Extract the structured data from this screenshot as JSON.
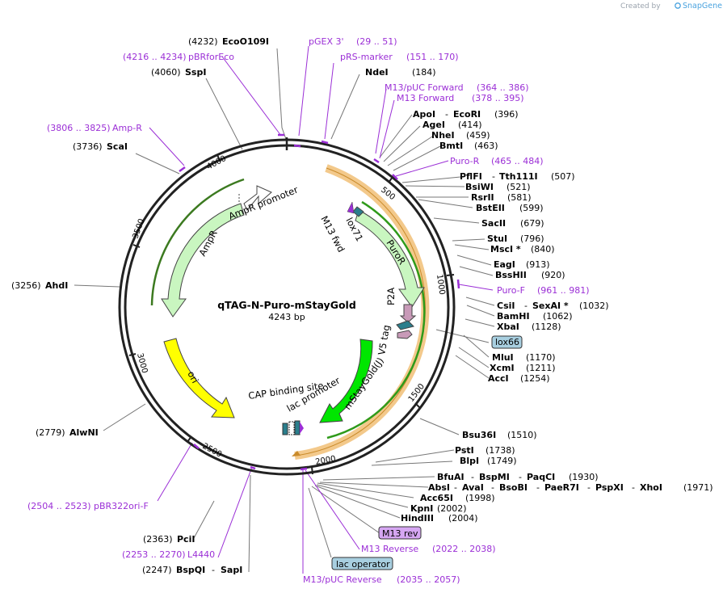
{
  "header": {
    "created_by": "Created by",
    "brand": "SnapGene"
  },
  "plasmid": {
    "name": "qTAG-N-Puro-mStayGold",
    "size_label": "4243 bp",
    "length": 4243
  },
  "ruler_ticks": [
    "500",
    "1000",
    "1500",
    "2000",
    "2500",
    "3000",
    "3500",
    "4000"
  ],
  "features": [
    {
      "id": "puror",
      "label": "PuroR",
      "color": "#c9f6c0"
    },
    {
      "id": "ampr",
      "label": "AmpR",
      "color": "#c9f6c0"
    },
    {
      "id": "ampr-promoter",
      "label": "AmpR promoter",
      "color": "#ffffff"
    },
    {
      "id": "ori",
      "label": "ori",
      "color": "#ffff00"
    },
    {
      "id": "mstaygold",
      "label": "mStayGold(J)",
      "color": "#00e600"
    },
    {
      "id": "p2a",
      "label": "P2A",
      "color": "#c89ab8"
    },
    {
      "id": "v5",
      "label": "V5 tag",
      "color": "#2a7e8c"
    },
    {
      "id": "lox71",
      "label": "lox71",
      "color": "#2a7e8c"
    },
    {
      "id": "m13fwd",
      "label": "M13 fwd",
      "color": "#9b2fd6"
    },
    {
      "id": "cap",
      "label": "CAP binding site",
      "color": "#2a7e8c"
    },
    {
      "id": "lacp",
      "label": "lac promoter",
      "color": "#ffffff"
    }
  ],
  "site_labels": {
    "ecoo109i": {
      "pos": "(4232)",
      "name": "EcoO109I"
    },
    "pbrforeco": {
      "range": "(4216 .. 4234)",
      "name": "pBRforEco"
    },
    "sspi": {
      "pos": "(4060)",
      "name": "SspI"
    },
    "ampr_primer": {
      "range": "(3806 .. 3825)",
      "name": "Amp-R"
    },
    "scai": {
      "pos": "(3736)",
      "name": "ScaI"
    },
    "ahdi": {
      "pos": "(3256)",
      "name": "AhdI"
    },
    "alwni": {
      "pos": "(2779)",
      "name": "AlwNI"
    },
    "pbr322ori": {
      "range": "(2504 .. 2523)",
      "name": "pBR322ori-F"
    },
    "pcii": {
      "pos": "(2363)",
      "name": "PciI"
    },
    "l4440": {
      "range": "(2253 .. 2270)",
      "name": "L4440"
    },
    "bspqi": {
      "pos": "(2247)",
      "name": "BspQI",
      "name2": "SapI"
    },
    "pgex3": {
      "name": "pGEX 3'",
      "range": "(29 .. 51)"
    },
    "prs": {
      "name": "pRS-marker",
      "range": "(151 .. 170)"
    },
    "ndei": {
      "name": "NdeI",
      "pos": "(184)"
    },
    "m13puc": {
      "name": "M13/pUC Forward",
      "range": "(364 .. 386)"
    },
    "m13fwd": {
      "name": "M13 Forward",
      "range": "(378 .. 395)"
    },
    "apoi": {
      "name": "ApoI",
      "name2": "EcoRI",
      "pos": "(396)"
    },
    "agei": {
      "name": "AgeI",
      "pos": "(414)"
    },
    "nhei": {
      "name": "NheI",
      "pos": "(459)"
    },
    "bmti": {
      "name": "BmtI",
      "pos": "(463)"
    },
    "puror_primer": {
      "name": "Puro-R",
      "range": "(465 .. 484)"
    },
    "pflfi": {
      "name": "PflFI",
      "name2": "Tth111I",
      "pos": "(507)"
    },
    "bsiwi": {
      "name": "BsiWI",
      "pos": "(521)"
    },
    "rsrii": {
      "name": "RsrII",
      "pos": "(581)"
    },
    "bsteii": {
      "name": "BstEII",
      "pos": "(599)"
    },
    "sacii": {
      "name": "SacII",
      "pos": "(679)"
    },
    "stui": {
      "name": "StuI",
      "pos": "(796)"
    },
    "msci": {
      "name": "MscI *",
      "pos": "(840)"
    },
    "eagi": {
      "name": "EagI",
      "pos": "(913)"
    },
    "bsshii": {
      "name": "BssHII",
      "pos": "(920)"
    },
    "purof": {
      "name": "Puro-F",
      "range": "(961 .. 981)"
    },
    "csii": {
      "name": "CsiI",
      "name2": "SexAI *",
      "pos": "(1032)"
    },
    "bamhi": {
      "name": "BamHI",
      "pos": "(1062)"
    },
    "xbai": {
      "name": "XbaI",
      "pos": "(1128)"
    },
    "lox66": {
      "name": "lox66"
    },
    "mlui": {
      "name": "MluI",
      "pos": "(1170)"
    },
    "xcmi": {
      "name": "XcmI",
      "pos": "(1211)"
    },
    "acci": {
      "name": "AccI",
      "pos": "(1254)"
    },
    "bsu36i": {
      "name": "Bsu36I",
      "pos": "(1510)"
    },
    "psti": {
      "name": "PstI",
      "pos": "(1738)"
    },
    "blpi": {
      "name": "BlpI",
      "pos": "(1749)"
    },
    "bfuai": {
      "name": "BfuAI",
      "name2": "BspMI",
      "name3": "PaqCI",
      "pos": "(1930)"
    },
    "absi": {
      "name": "AbsI",
      "name2": "AvaI",
      "name3": "BsoBI",
      "name4": "PaeR7I",
      "name5": "PspXI",
      "name6": "XhoI",
      "pos": "(1971)"
    },
    "acc65i": {
      "name": "Acc65I",
      "pos": "(1998)"
    },
    "kpni": {
      "name": "KpnI",
      "pos": "(2002)"
    },
    "hindiii": {
      "name": "HindIII",
      "pos": "(2004)"
    },
    "m13rev": {
      "name": "M13 rev"
    },
    "m13reverse": {
      "name": "M13 Reverse",
      "range": "(2022 .. 2038)"
    },
    "lacop": {
      "name": "lac operator"
    },
    "m13pucrev": {
      "name": "M13/pUC Reverse",
      "range": "(2035 .. 2057)"
    }
  },
  "colors": {
    "primer": "#9b2fd6",
    "feature_green": "#c9f6c0",
    "orf_orange": "#f3c98b",
    "backbone": "#222222",
    "lox": "#2a7e8c",
    "box_blue": "#a8cfe0",
    "box_purple": "#d5a6f2"
  }
}
